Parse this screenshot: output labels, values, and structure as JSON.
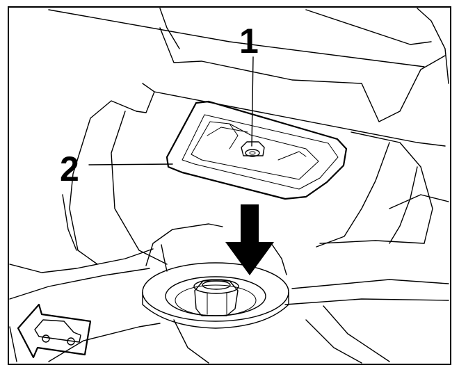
{
  "callouts": [
    {
      "id": "1",
      "label": "1",
      "target": "fastening-nut"
    },
    {
      "id": "2",
      "label": "2",
      "target": "cover-plate"
    }
  ],
  "icons": {
    "direction_indicator": "vehicle-front-arrow-icon",
    "installation_direction": "down-arrow-icon"
  },
  "colors": {
    "line": "#000000",
    "cover_plate_fill": "#c8c8c8",
    "background": "#ffffff"
  }
}
